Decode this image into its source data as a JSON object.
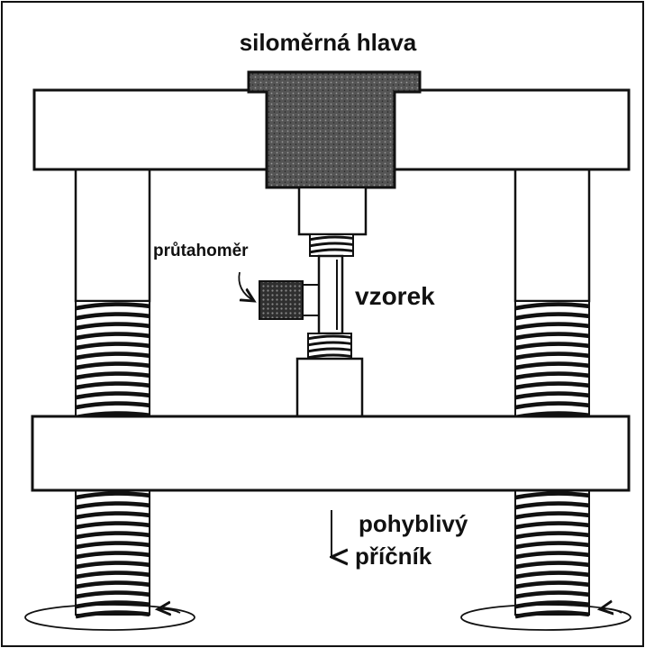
{
  "labels": {
    "load_cell": "siloměrná hlava",
    "extensometer": "průtahoměr",
    "specimen": "vzorek",
    "crosshead_line1": "pohyblivý",
    "crosshead_line2": "příčník"
  },
  "colors": {
    "ink": "#111111",
    "paper": "#ffffff",
    "load_cell_fill": "#4a4a4a",
    "extensometer_fill": "#3a3a3a"
  }
}
